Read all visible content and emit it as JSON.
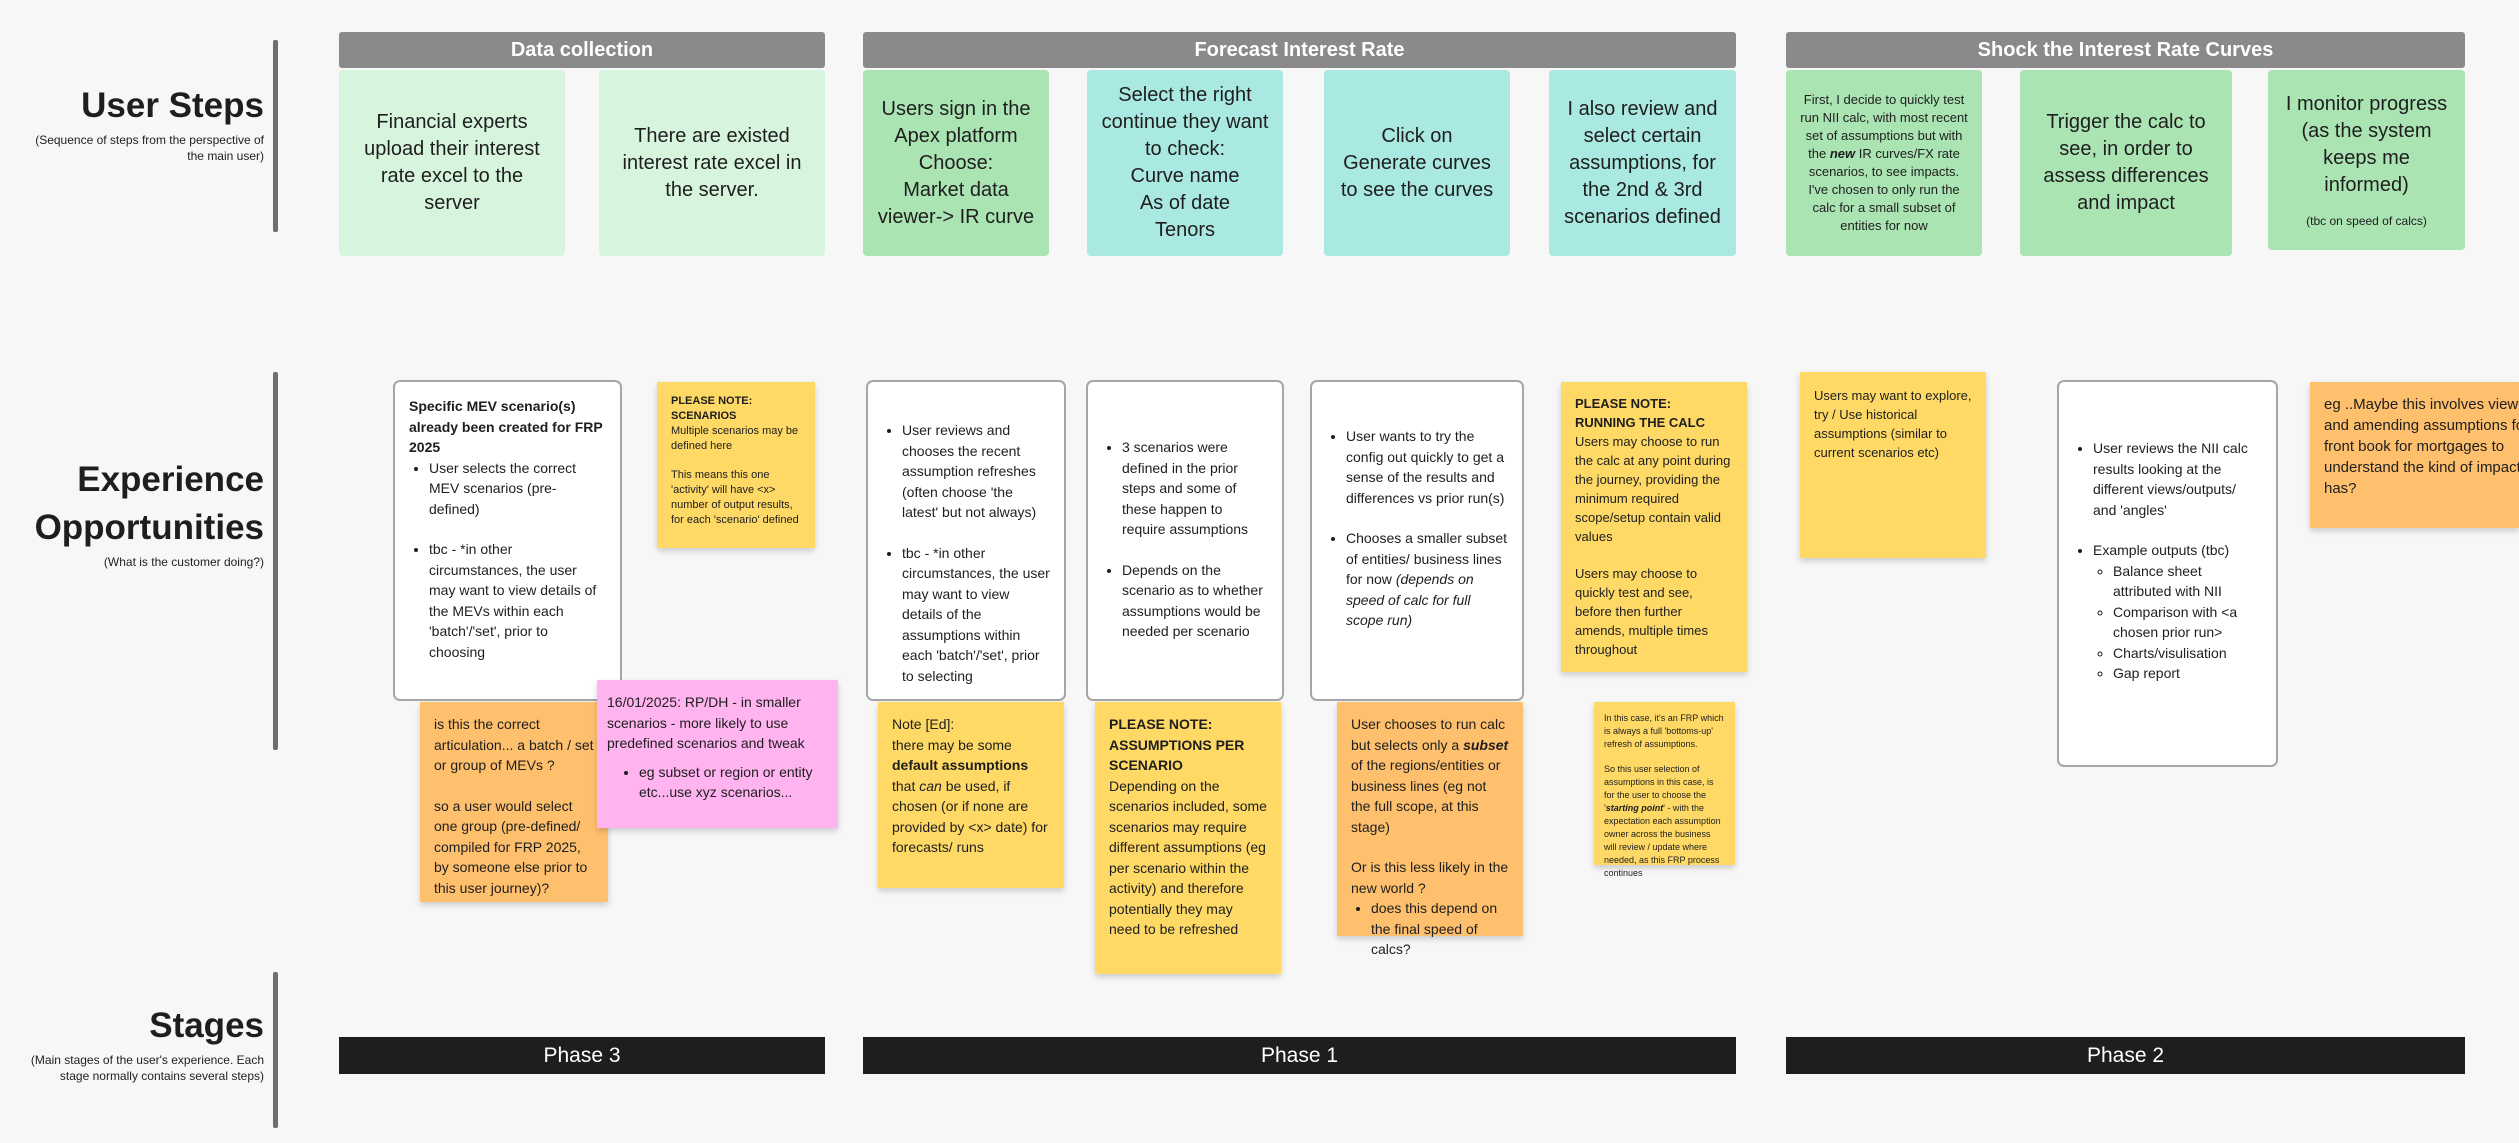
{
  "rows": {
    "user_steps": {
      "title": "User Steps",
      "subtitle": "(Sequence of steps from the perspective of the main user)"
    },
    "experience": {
      "title1": "Experience",
      "title2": "Opportunities",
      "subtitle": "(What is the customer doing?)"
    },
    "stages": {
      "title": "Stages",
      "subtitle": "(Main stages of the user's experience. Each stage normally contains several steps)"
    }
  },
  "headers": {
    "data_collection": "Data collection",
    "forecast": "Forecast Interest Rate",
    "shock": "Shock the Interest Rate Curves"
  },
  "phases": {
    "p3": "Phase 3",
    "p1": "Phase 1",
    "p2": "Phase 2"
  },
  "steps": {
    "s1": "Financial experts upload their interest rate excel to the server",
    "s2": "There are existed interest rate excel in the server.",
    "s3": "Users sign in the Apex platform\nChoose:\nMarket data viewer-> IR curve",
    "s4": "Select the right continue they want to check:\nCurve name\nAs of date\nTenors",
    "s5": "Click on Generate curves to see the curves",
    "s6": "I also review and select certain assumptions, for the 2nd & 3rd scenarios defined",
    "s7": {
      "a": "First, I decide to quickly test run NII calc, with most recent set of assumptions but with the ",
      "b": "new",
      "c": " IR curves/FX rate scenarios, to see impacts. I've chosen to only run the calc for a small subset of entities for now"
    },
    "s8": "Trigger the calc to see, in order to assess differences and impact",
    "s9": {
      "main": "I monitor progress (as the system keeps me informed)",
      "sub": "(tbc on speed of calcs)"
    }
  },
  "cards": {
    "c1": {
      "title": "Specific MEV scenario(s) already been created for FRP 2025",
      "b1": "User selects the correct MEV scenarios (pre-defined)",
      "b2": "tbc - *in other circumstances, the user may want to view details of the MEVs within each 'batch'/'set',  prior to choosing"
    },
    "c2": {
      "b1": "User reviews and chooses the recent assumption refreshes (often choose 'the latest' but not always)",
      "b2": "tbc - *in other circumstances, the user may want to view details of the assumptions within each 'batch'/'set',  prior to selecting"
    },
    "c3": {
      "b1": "3 scenarios were defined in the prior steps and some of these happen to require assumptions",
      "b2": "Depends on the scenario as to whether assumptions would be needed per scenario"
    },
    "c4": {
      "b1": "User wants to try the config out quickly to get a sense of the results and differences vs prior run(s)",
      "b2a": "Chooses a smaller subset of entities/ business lines for now ",
      "b2b": "(depends on speed of calc for full scope run)"
    },
    "c5": {
      "b1": "User reviews the NII calc results looking at the different views/outputs/ and 'angles'",
      "b2": "Example outputs (tbc)",
      "subs": [
        "Balance sheet attributed with NII",
        "Comparison with <a chosen prior run>",
        "Charts/visulisation",
        "Gap report"
      ]
    }
  },
  "notes": {
    "n1": {
      "title": "PLEASE NOTE: SCENARIOS",
      "p1": "Multiple scenarios may be defined here",
      "p2": "This means this one 'activity' will have <x> number of output results, for each 'scenario' defined"
    },
    "n2": {
      "p1": "is this the correct articulation... a batch / set or group of MEVs ?",
      "p2": "so a user would select one group (pre-defined/ compiled for FRP 2025, by someone else prior to this user journey)?"
    },
    "n3": {
      "p1": "16/01/2025: RP/DH - in smaller scenarios - more likely to use predefined scenarios and tweak",
      "b1": "eg subset or region or entity etc...use xyz scenarios..."
    },
    "n4": {
      "l1": "Note [Ed]:",
      "l2a": "there may be some ",
      "l2b": "default assumptions",
      "l2c": " that ",
      "l2d": "can",
      "l2e": " be used, if chosen (or if none are provided by <x> date) for forecasts/ runs"
    },
    "n5": {
      "title": "PLEASE NOTE: ASSUMPTIONS PER SCENARIO",
      "p1": "Depending on the scenarios included, some scenarios may require different assumptions (eg per scenario within the activity) and therefore potentially they may need to be refreshed"
    },
    "n6": {
      "p1a": "User chooses to run calc but selects only a ",
      "p1b": "subset",
      "p1c": " of the regions/entities or business lines (eg not the full scope, at this stage)",
      "p2": "Or is this less likely in the new world ?",
      "b1": "does this depend on the final speed of calcs?"
    },
    "n7": {
      "title": "PLEASE NOTE:  RUNNING THE CALC",
      "p1": "Users may choose to run the calc at any point during the journey, providing the minimum required scope/setup contain valid values",
      "p2": "Users may choose to quickly test and see, before then further amends, multiple times throughout"
    },
    "n8": {
      "p1": "In this case, it's an FRP which is always a full 'bottoms-up' refresh of assumptions.",
      "p2a": "So this user selection of assumptions in this case, is for the user to choose the '",
      "p2b": "starting point",
      "p2c": "' - with the expectation each assumption owner across the business will review / update where needed, as this FRP process continues"
    },
    "n9": {
      "p1": "Users may want to explore, try / Use historical assumptions (similar to current scenarios etc)"
    },
    "n10": {
      "p1": "eg ..Maybe this involves viewing and amending assumptions for the front book for mortgages to understand the kind of impact this has?"
    }
  },
  "colors": {
    "header_gray": "#8a8a8a",
    "phase_black": "#1e1e1e",
    "sticky_yellow": "#ffd966",
    "sticky_orange": "#ffc06e",
    "sticky_pink": "#ffb3ef",
    "step_light_green": "#d7f5dd",
    "step_green": "#abe4b3",
    "step_teal": "#aae8e2"
  }
}
